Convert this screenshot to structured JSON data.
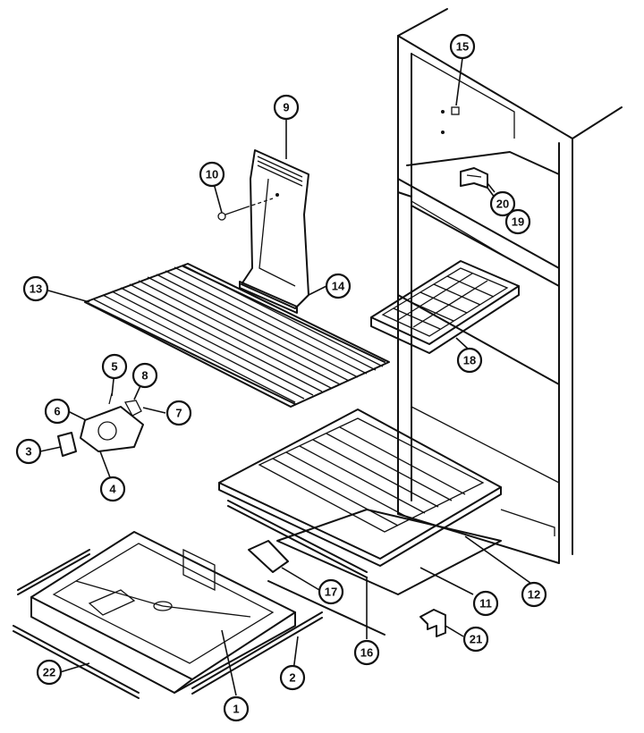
{
  "callouts": [
    {
      "id": "c1",
      "label": "1"
    },
    {
      "id": "c2",
      "label": "2"
    },
    {
      "id": "c3",
      "label": "3"
    },
    {
      "id": "c4",
      "label": "4"
    },
    {
      "id": "c5",
      "label": "5"
    },
    {
      "id": "c6",
      "label": "6"
    },
    {
      "id": "c7",
      "label": "7"
    },
    {
      "id": "c8",
      "label": "8"
    },
    {
      "id": "c9",
      "label": "9"
    },
    {
      "id": "c10",
      "label": "10"
    },
    {
      "id": "c11",
      "label": "11"
    },
    {
      "id": "c12",
      "label": "12"
    },
    {
      "id": "c13",
      "label": "13"
    },
    {
      "id": "c14",
      "label": "14"
    },
    {
      "id": "c15",
      "label": "15"
    },
    {
      "id": "c16",
      "label": "16"
    },
    {
      "id": "c17",
      "label": "17"
    },
    {
      "id": "c18",
      "label": "18"
    },
    {
      "id": "c19",
      "label": "19"
    },
    {
      "id": "c20",
      "label": "20"
    },
    {
      "id": "c21",
      "label": "21"
    },
    {
      "id": "c22",
      "label": "22"
    }
  ]
}
